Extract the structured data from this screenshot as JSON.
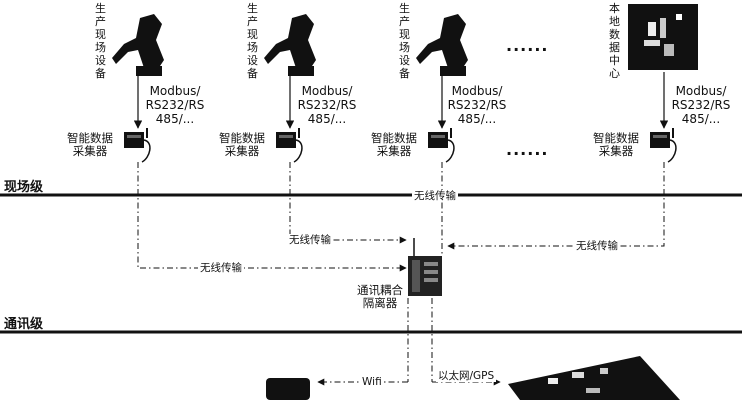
{
  "levels": {
    "field": "现场级",
    "comm": "通讯级"
  },
  "field_devices": [
    {
      "label": "生产现场设备",
      "protocol": [
        "Modbus/",
        "RS232/RS",
        "485/..."
      ],
      "collector": [
        "智能数据",
        "采集器"
      ]
    },
    {
      "label": "生产现场设备",
      "protocol": [
        "Modbus/",
        "RS232/RS",
        "485/..."
      ],
      "collector": [
        "智能数据",
        "采集器"
      ]
    },
    {
      "label": "生产现场设备",
      "protocol": [
        "Modbus/",
        "RS232/RS",
        "485/..."
      ],
      "collector": [
        "智能数据",
        "采集器"
      ]
    },
    {
      "label": "本地数据中心",
      "protocol": [
        "Modbus/",
        "RS232/RS",
        "485/..."
      ],
      "collector": [
        "智能数据",
        "采集器"
      ]
    }
  ],
  "ellipsis": "......",
  "isolator": [
    "通讯耦合",
    "隔离器"
  ],
  "links": {
    "wireless_top": "无线传输",
    "wireless_mid_left": "无线传输",
    "wireless_mid_right": "无线传输",
    "wireless_low": "无线传输",
    "wifi": "Wifi",
    "ethernet": "以太网/GPS"
  }
}
